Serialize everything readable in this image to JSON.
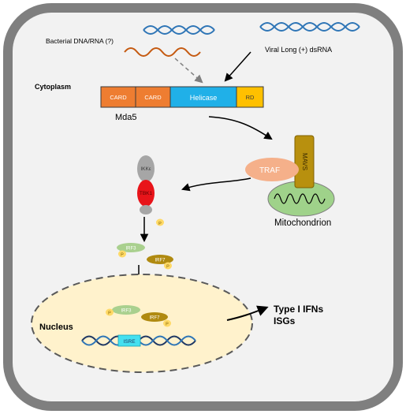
{
  "labels": {
    "bacterial": "Bacterial DNA/RNA (?)",
    "viral": "Viral Long (+) dsRNA",
    "cytoplasm": "Cytoplasm",
    "card1": "CARD",
    "card2": "CARD",
    "helicase": "Helicase",
    "rd": "RD",
    "mda5": "Mda5",
    "mavs": "MAVS",
    "traf": "TRAF",
    "mitochondrion": "Mitochondrion",
    "ikk": "IKKε",
    "tbk1": "TBK1",
    "p": "P",
    "irf3": "IRF3",
    "irf7": "IRF7",
    "nucleus": "Nucleus",
    "isre": "ISRE",
    "output_line1": "Type I IFNs",
    "output_line2": "ISGs"
  },
  "colors": {
    "cell_border": "#7f7f7f",
    "cytoplasm_fill": "#f2f2f2",
    "card": "#ee7d31",
    "helicase": "#20b0e8",
    "rd": "#ffc000",
    "mavs": "#b8900e",
    "traf": "#f5b08a",
    "mitochondrion": "#9fd28a",
    "ikk": "#a6a6a6",
    "tbk1": "#e8141a",
    "irf3": "#a9d08e",
    "irf7": "#b08a10",
    "phosphate": "#ffd966",
    "nucleus_fill": "#fff2cc",
    "isre": "#44e0f0",
    "dna_blue": "#2e75b6",
    "bacterial_orange": "#c55a11"
  }
}
